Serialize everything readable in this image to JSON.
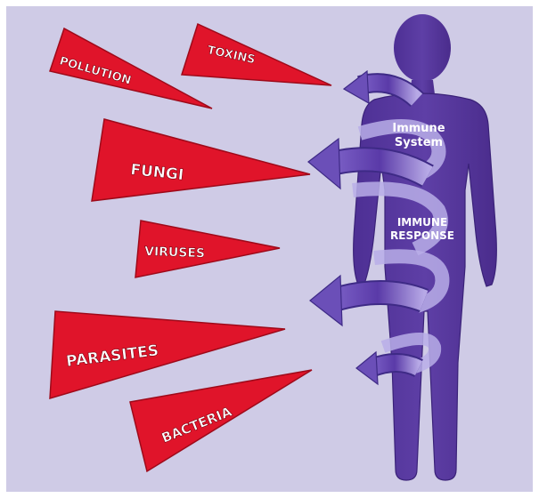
{
  "colors": {
    "background": "#cfcbe6",
    "pennant": "#e0142a",
    "pennant_dark": "#9e0a1a",
    "figure": "#5a3aa0",
    "figure_dark": "#3e2680",
    "arrow": "#6b4fb8",
    "arrow_light": "#a99be0"
  },
  "threats": [
    {
      "label": "POLLUTION"
    },
    {
      "label": "TOXINS"
    },
    {
      "label": "FUNGI"
    },
    {
      "label": "VIRUSES"
    },
    {
      "label": "PARASITES"
    },
    {
      "label": "BACTERIA"
    }
  ],
  "figure": {
    "system_line1": "Immune",
    "system_line2": "System",
    "response_line1": "IMMUNE",
    "response_line2": "RESPONSE"
  }
}
